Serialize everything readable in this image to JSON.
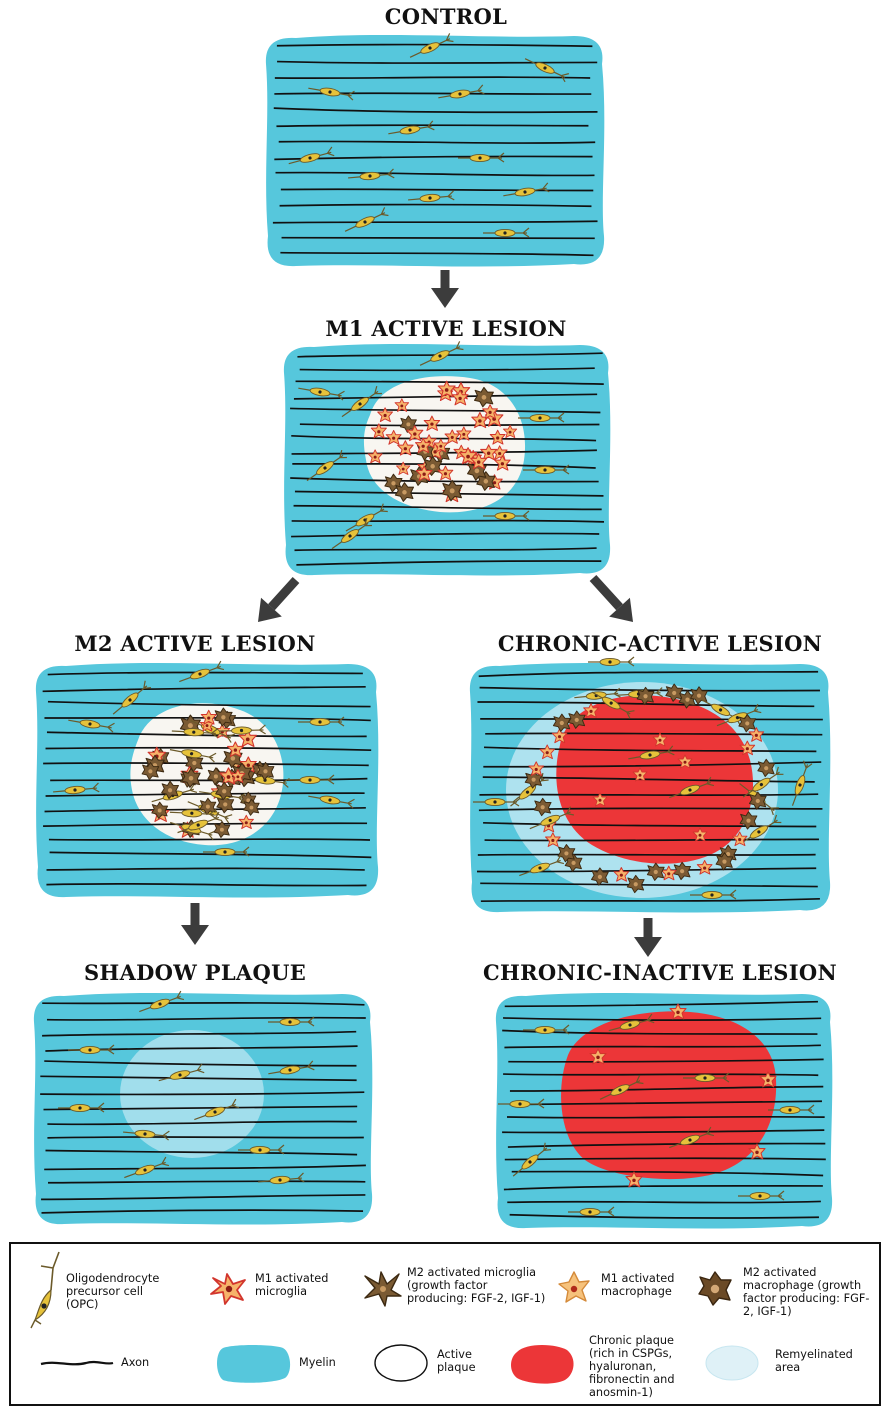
{
  "panels": {
    "control": {
      "title": "CONTROL"
    },
    "m1": {
      "title": "M1 ACTIVE LESION"
    },
    "m2": {
      "title": "M2 ACTIVE LESION"
    },
    "chronic_active": {
      "title": "CHRONIC-ACTIVE LESION"
    },
    "shadow": {
      "title": "SHADOW PLAQUE"
    },
    "chronic_inactive": {
      "title": "CHRONIC-INACTIVE LESION"
    }
  },
  "legend": {
    "opc": "Oligodendrocyte precursor cell (OPC)",
    "m1_microglia": "M1 activated microglia",
    "m2_microglia": "M2 activated microglia (growth factor producing: FGF-2, IGF-1)",
    "m1_macrophage": "M1 activated macrophage",
    "m2_macrophage": "M2 activated macrophage (growth factor producing: FGF-2, IGF-1)",
    "axon": "Axon",
    "myelin": "Myelin",
    "active_plaque": "Active plaque",
    "chronic_plaque": "Chronic plaque (rich in CSPGs, hyaluronan, fibronectin and anosmin-1)",
    "remyelinated": "Remyelinated area"
  },
  "colors": {
    "myelin": "#56c7dc",
    "active_plaque": "#f8f6f1",
    "chronic_plaque": "#ec3638",
    "remyelinated": "#aee2ef",
    "m1_cell": "#f6b36a",
    "m2_cell": "#7a5a33",
    "opc": "#e6c23a",
    "axon": "#111111",
    "arrow": "#3c3c3c"
  }
}
